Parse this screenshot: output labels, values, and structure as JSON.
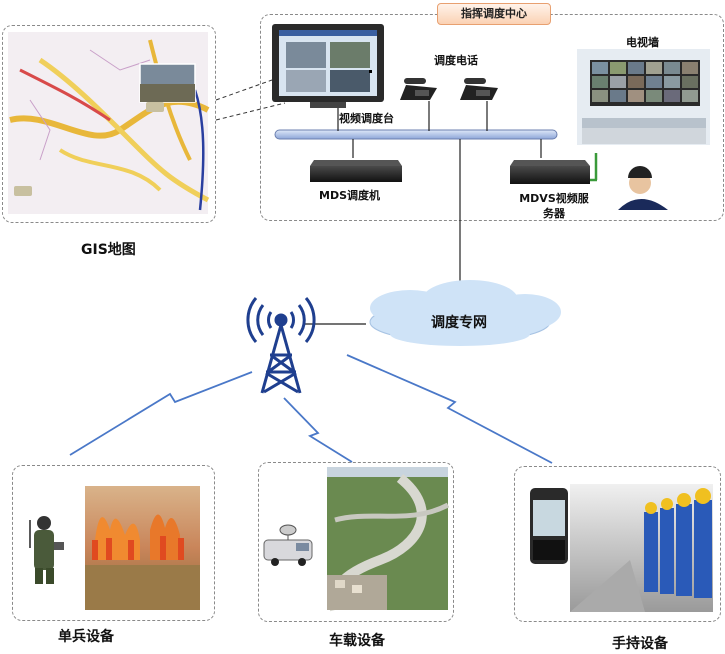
{
  "control_center": {
    "title": "指挥调度中心"
  },
  "labels": {
    "gis_map": "GIS地图",
    "video_console": "视频调度台",
    "dispatch_phone": "调度电话",
    "tv_wall": "电视墙",
    "mds": "MDS调度机",
    "mdvs": "MDVS视频服务器",
    "network": "调度专网",
    "soldier_device": "单兵设备",
    "vehicle_device": "车载设备",
    "handheld_device": "手持设备"
  },
  "colors": {
    "box_border": "#8a8a8a",
    "badge_border": "#e8a070",
    "tower_blue": "#1f3f8f",
    "link_blue": "#4a78c8",
    "bus_blue": "#8ea6d8",
    "cloud": "#cfe3f7"
  }
}
